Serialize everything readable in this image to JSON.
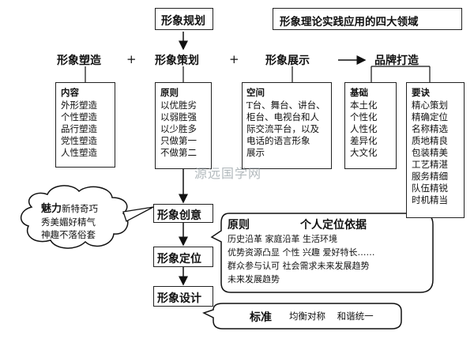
{
  "top_box": "形象规划",
  "title_box": "形象理论实践应用的四大领域",
  "row": {
    "item1": "形象塑造",
    "plus1": "+",
    "item2": "形象策划",
    "plus2": "+",
    "item3": "形象展示",
    "item4": "品牌打造"
  },
  "box_content": {
    "title": "内容",
    "lines": [
      "外形塑造",
      "个性塑造",
      "品行塑造",
      "党性塑造",
      "人性塑造"
    ]
  },
  "box_principle": {
    "title": "原则",
    "lines": [
      "以优胜劣",
      "以弱胜强",
      "以少胜多",
      "只做第一",
      "不做第二"
    ]
  },
  "box_space": {
    "title": "空间",
    "lines": [
      "T台、舞台、讲台、",
      "柜台、电视台和人",
      "际交流平台，以及",
      "电话的语言形象",
      "展示"
    ]
  },
  "box_basis": {
    "title": "基础",
    "lines": [
      "本土化",
      "个性化",
      "人性化",
      "差异化",
      "大文化"
    ]
  },
  "box_key": {
    "title": "要诀",
    "lines": [
      "精心策划",
      "精确定位",
      "名称精选",
      "质地精良",
      "包装精美",
      "工艺精湛",
      "服务精细",
      "队伍精锐",
      "时机精当"
    ]
  },
  "watermark": "源远国学网",
  "steps": {
    "step1": "形象创意",
    "step2": "形象定位",
    "step3": "形象设计"
  },
  "charm_cloud": {
    "label": "魅力",
    "lines": [
      "新特奇巧",
      "秀美媚好精气",
      "神趣不落俗套"
    ]
  },
  "positioning": {
    "principle_title": "原则",
    "basis_title": "个人定位依据",
    "lines": [
      "历史沿革        家庭沿革 生活环境",
      "优势资源凸显 个性 兴趣 爱好特长……",
      "群众参与认可 社会需求未来发展趋势",
      "未来发展趋势"
    ]
  },
  "standard": {
    "label": "标准",
    "text": "均衡对称    和谐统一"
  }
}
